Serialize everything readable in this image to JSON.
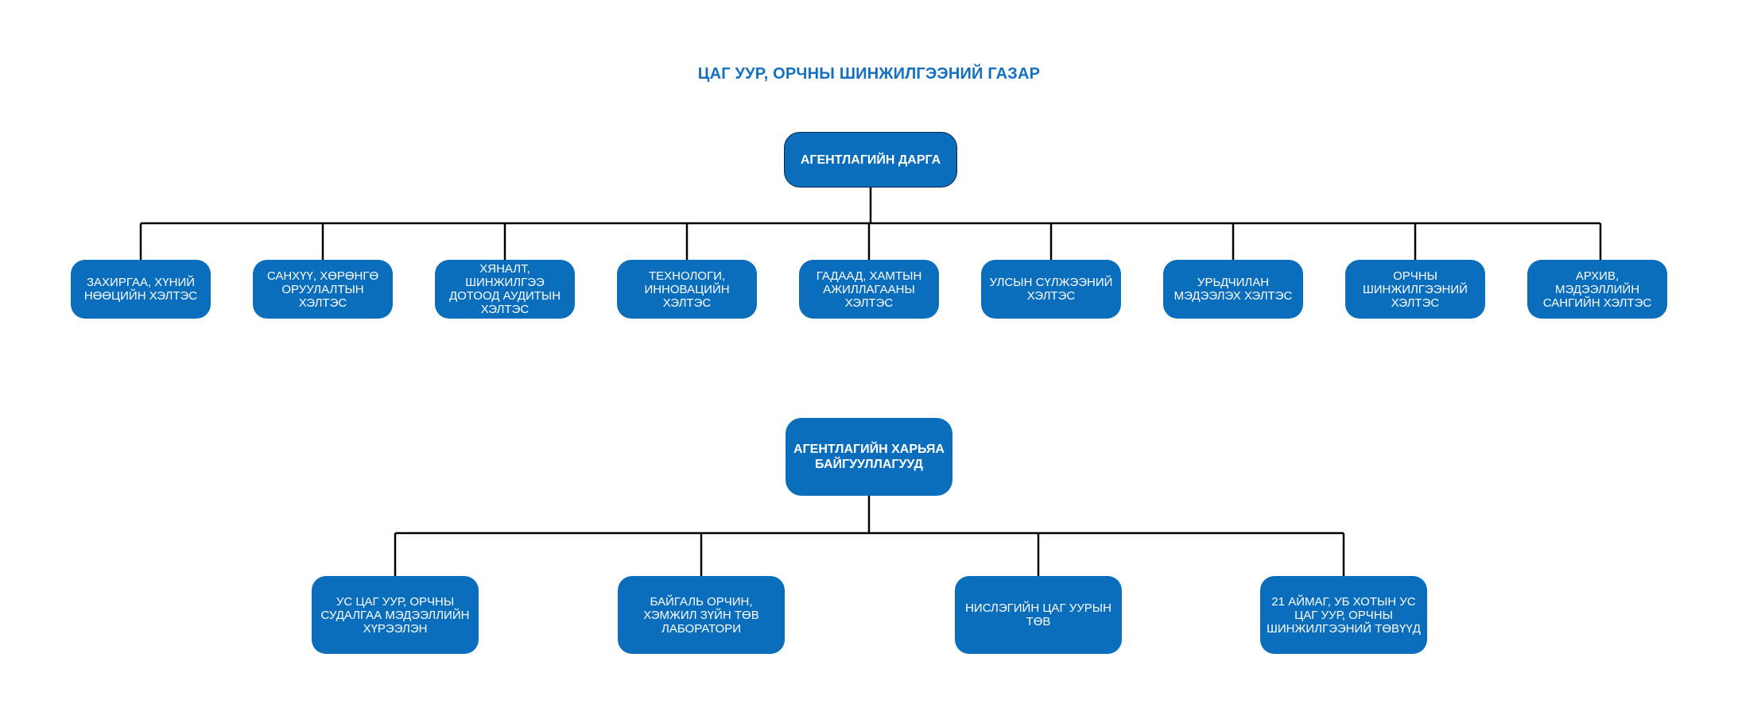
{
  "title": "ЦАГ УУР, ОРЧНЫ ШИНЖИЛГЭЭНИЙ ГАЗАР",
  "top": {
    "head": "АГЕНТЛАГИЙН ДАРГА",
    "departments": [
      "ЗАХИРГАА, ХҮНИЙ НӨӨЦИЙН ХЭЛТЭС",
      "САНХҮҮ, ХӨРӨНГӨ ОРУУЛАЛТЫН ХЭЛТЭС",
      "ХЯНАЛТ, ШИНЖИЛГЭЭ ДОТООД АУДИТЫН ХЭЛТЭС",
      "ТЕХНОЛОГИ, ИННОВАЦИЙН ХЭЛТЭС",
      "ГАДААД, ХАМТЫН АЖИЛЛАГААНЫ ХЭЛТЭС",
      "УЛСЫН СҮЛЖЭЭНИЙ ХЭЛТЭС",
      "УРЬДЧИЛАН МЭДЭЭЛЭХ ХЭЛТЭС",
      "ОРЧНЫ ШИНЖИЛГЭЭНИЙ ХЭЛТЭС",
      "АРХИВ, МЭДЭЭЛЛИЙН САНГИЙН ХЭЛТЭС"
    ]
  },
  "bottom": {
    "head": "АГЕНТЛАГИЙН ХАРЬЯА БАЙГУУЛЛАГУУД",
    "units": [
      "УС ЦАГ УУР, ОРЧНЫ СУДАЛГАА МЭДЭЭЛЛИЙН ХҮРЭЭЛЭН",
      "БАЙГАЛЬ ОРЧИН, ХЭМЖИЛ ЗҮЙН ТӨВ ЛАБОРАТОРИ",
      "НИСЛЭГИЙН ЦАГ УУРЫН ТӨВ",
      "21 АЙМАГ, УБ ХОТЫН УС ЦАГ УУР, ОРЧНЫ ШИНЖИЛГЭЭНИЙ ТӨВҮҮД"
    ]
  },
  "colors": {
    "box_fill": "#0a6ebd",
    "title_text": "#1470c1",
    "connector": "#000000"
  }
}
